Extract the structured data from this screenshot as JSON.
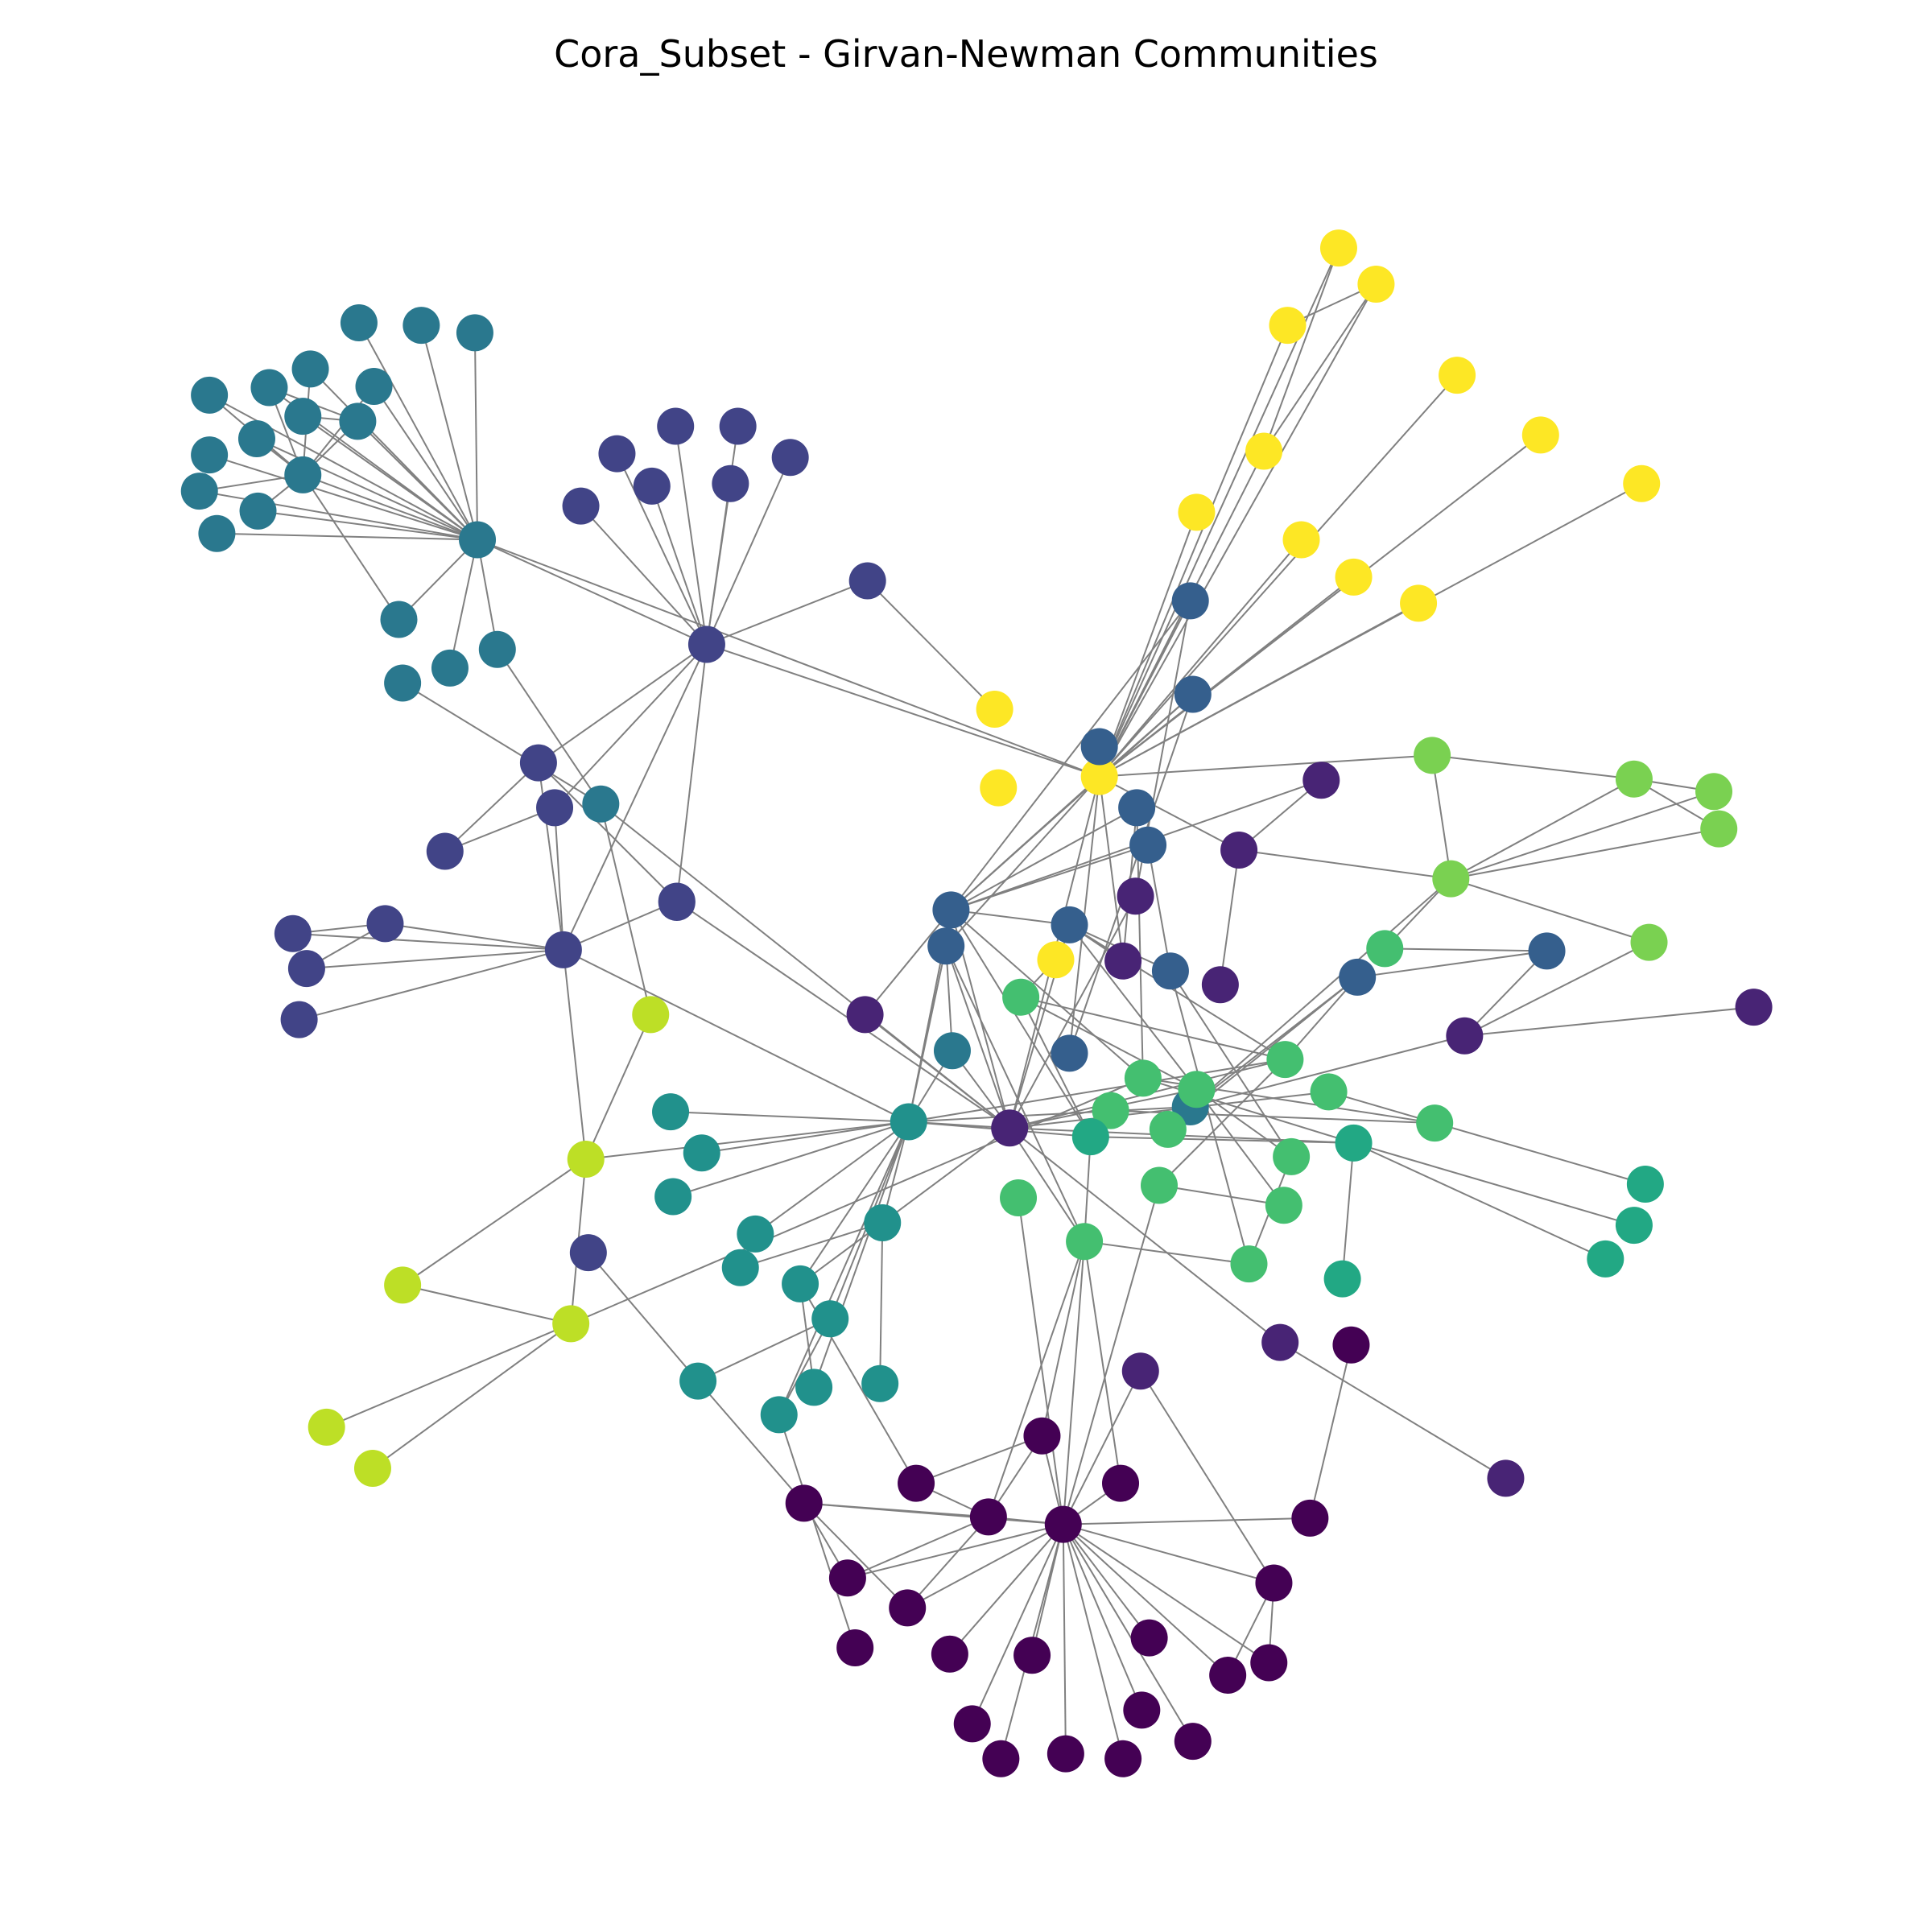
{
  "title": "Cora_Subset - Girvan-Newman Communities",
  "edge_color": "#808080",
  "community_colors": {
    "c0": "#440154",
    "c1": "#482475",
    "c2": "#414487",
    "c3": "#355f8d",
    "c4": "#2a788e",
    "c5": "#21918c",
    "c6": "#22a884",
    "c7": "#44bf70",
    "c8": "#7ad151",
    "c9": "#bddf26",
    "c10": "#fde725"
  },
  "communities": [
    {
      "id": "c0",
      "node_count": 28
    },
    {
      "id": "c1",
      "node_count": 14
    },
    {
      "id": "c2",
      "node_count": 22
    },
    {
      "id": "c3",
      "node_count": 12
    },
    {
      "id": "c4",
      "node_count": 23
    },
    {
      "id": "c5",
      "node_count": 17
    },
    {
      "id": "c6",
      "node_count": 6
    },
    {
      "id": "c7",
      "node_count": 14
    },
    {
      "id": "c8",
      "node_count": 6
    },
    {
      "id": "c9",
      "node_count": 6
    },
    {
      "id": "c10",
      "node_count": 15
    }
  ],
  "node_total": 161
}
